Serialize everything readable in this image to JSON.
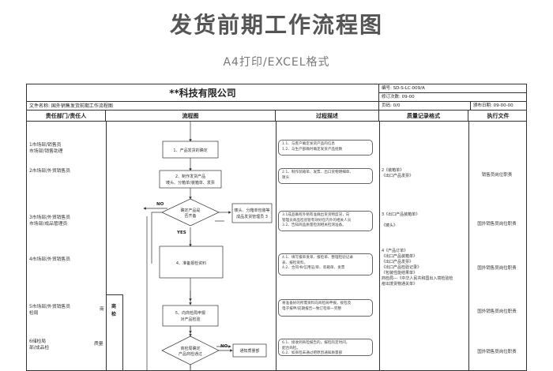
{
  "title": "发货前期工作流程图",
  "subtitle": "A4打印/EXCEL格式",
  "sheet": {
    "company": "**科技有限公司",
    "code": "编号: SD-S-LC-009/A",
    "revision": "修订次数: 09-00",
    "file_name": "文件名称:  国外销售发货前期工作流程图",
    "page": "页码:        0/0",
    "issue_date": "颁布日期: 09-00-00",
    "columns": [
      "责任部门/责任人",
      "流程图",
      "过程描述",
      "质量记录格式",
      "执行文件"
    ],
    "departments": [
      {
        "line1": "1市场部/销售员",
        "line2": "市场部/销售助理"
      },
      {
        "line1": "2市场部/外贸销售员",
        "line2": ""
      },
      {
        "line1": "3市场部/外贸销售员",
        "line2": "市场部/成品管理员"
      },
      {
        "line1": "4市场部/外贸销售员",
        "line2": ""
      },
      {
        "line1": "5市场部/外贸销售员",
        "line2": "检局"
      },
      {
        "line1": "6储检局",
        "line2": "部/成品检"
      }
    ],
    "dept_side": {
      "right5": "商",
      "right6": "质量",
      "merged_cell": "商检"
    },
    "flow": {
      "n1": "1、产品发货的确定",
      "n2a": "2、制作发货产品",
      "n2b": "唛头、分箱单/装箱单、发票",
      "d1a": "确定产品是",
      "d1b": "否齐备",
      "side1a": "唛头、分箱单包装等",
      "side1b": "成品发货管理员 3",
      "n4": "4、准备报检资料",
      "n5a": "5、向商检局申报",
      "n5b": "对产品检验",
      "d2a": "商检局确定",
      "d2b": "产品商检通过",
      "side2": "通知质量部",
      "label_no": "NO",
      "label_yes": "YES"
    },
    "descriptions": [
      {
        "l1": "1.1、与客户确定发货产品的信息",
        "l2": "1.2、与生产部确时确定发货产品批数",
        "l3": ""
      },
      {
        "l1": "2.1、制作装箱单、发票、出口货物明细单、",
        "l2": "唛头",
        "l3": ""
      },
      {
        "l1": "3.1成品确有外销有准确出货货物度况，向",
        "l2": "管理员商品检验管有效好在内外的相关人员",
        "l3": "3.2、告知商品质量检测相关检测准备。"
      },
      {
        "l1": "4.1、填写报单发单、报检单、整理检验记录",
        "l2": "表、报检资料。",
        "l3": "4.2、合同书/信用证/单、装箱单、发票"
      },
      {
        "l1": "将准备好的所需资料向商检局申报，接检及",
        "l2": "电子报申/前期报告一致订检单一完整",
        "l3": ""
      },
      {
        "l1": "6.1、接收到商检报告的，报检的定时间，",
        "l2": "配合商检。",
        "l3": "6.2、如商检未通过把原因通知质量部"
      }
    ],
    "records": [
      {
        "lines": [
          "2《装箱单》",
          "《出口产品发票》"
        ]
      },
      {
        "lines": [
          "3《出口产品装箱单》",
          "",
          "《唛头》"
        ]
      },
      {
        "lines": [
          "4《产品订单》",
          "《出口产品装箱单》",
          "《出口产品发票》",
          "《出口产品检验记录》",
          "《包装性能结果单》",
          "商检局---《中华人民共和国出入境检验检",
          "疫出境货物通关单》"
        ]
      }
    ],
    "exec_files": [
      "销售员岗位职责",
      "国外销售员岗位职责",
      "国外销售员岗位职责",
      "国外销售员岗位职责",
      "国外销售员岗位职责"
    ]
  }
}
